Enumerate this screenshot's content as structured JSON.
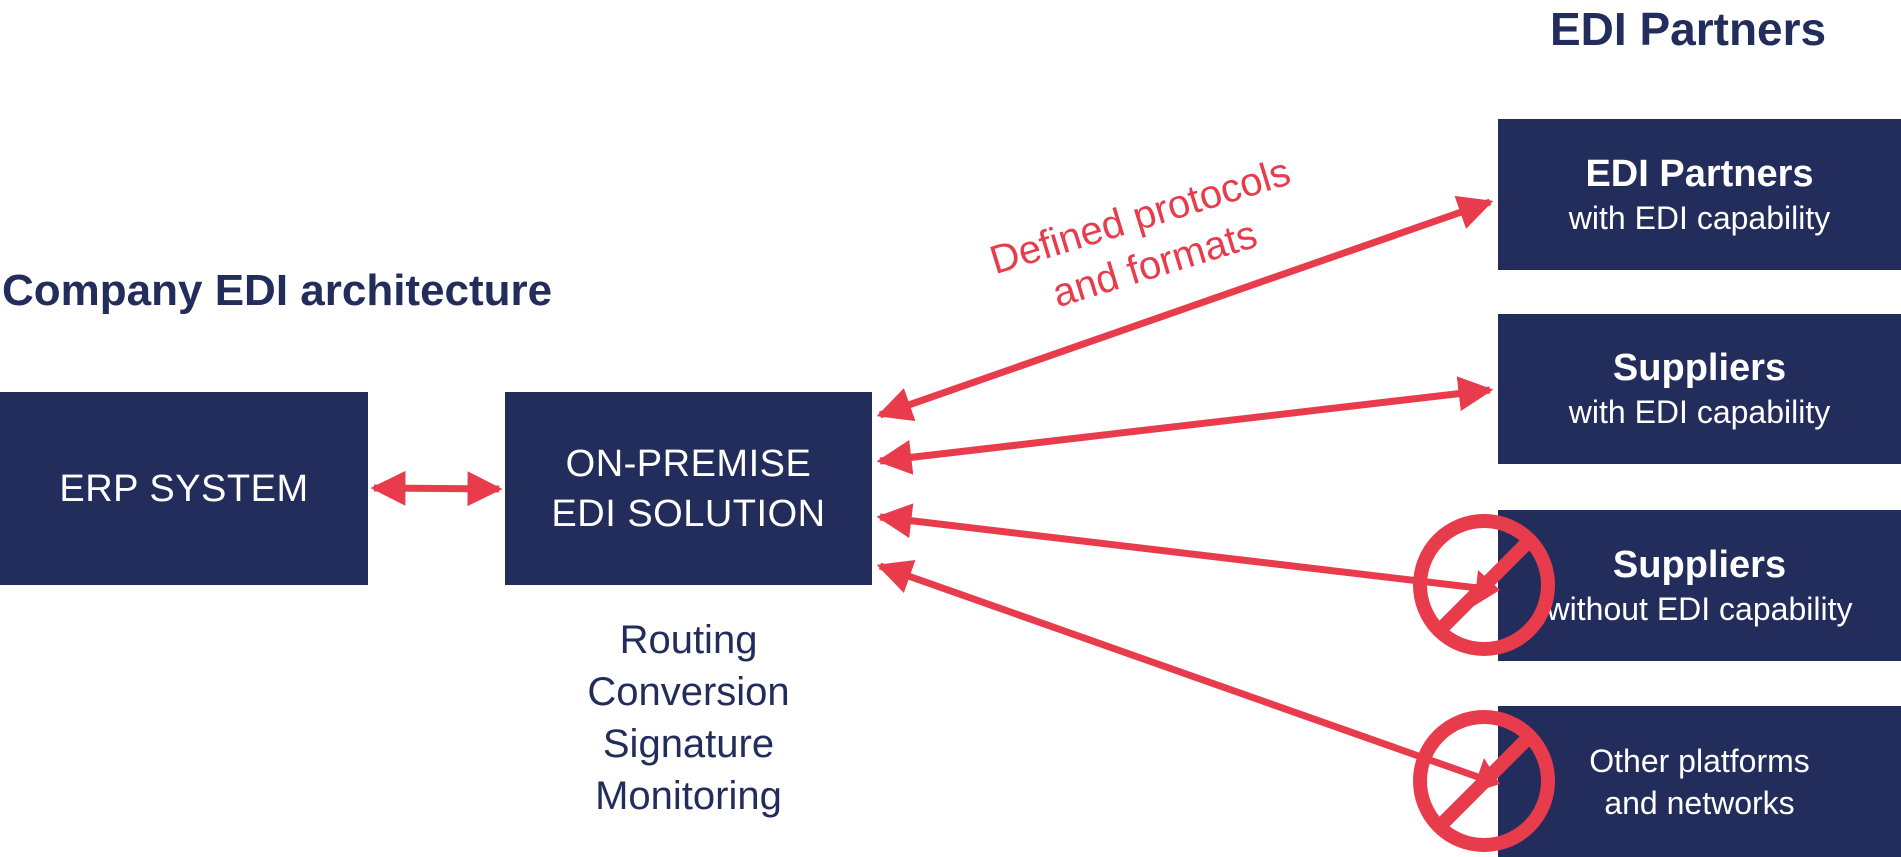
{
  "left_heading": "Company EDI architecture",
  "right_heading": "EDI Partners",
  "erp_box": {
    "label": "ERP SYSTEM"
  },
  "edi_box": {
    "line1": "ON-PREMISE",
    "line2": "EDI SOLUTION"
  },
  "features": [
    "Routing",
    "Conversion",
    "Signature",
    "Monitoring"
  ],
  "annotation": {
    "line1": "Defined protocols",
    "line2": "and formats"
  },
  "partners": [
    {
      "title": "EDI Partners",
      "subtitle": "with EDI capability"
    },
    {
      "title": "Suppliers",
      "subtitle": "with EDI capability"
    },
    {
      "title": "Suppliers",
      "subtitle": "without EDI capability"
    },
    {
      "title": "",
      "subtitle_line1": "Other platforms",
      "subtitle_line2": "and networks"
    }
  ],
  "colors": {
    "navy": "#232d5c",
    "accent_red": "#e83c4d",
    "white": "#ffffff"
  },
  "icons": {
    "arrow": "double-headed-arrow",
    "prohibited": "no-entry-icon"
  }
}
